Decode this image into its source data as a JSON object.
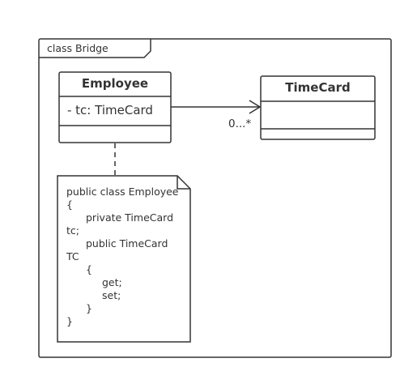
{
  "frame": {
    "label": "class Bridge"
  },
  "classes": {
    "employee": {
      "name": "Employee",
      "attribute": "- tc: TimeCard"
    },
    "timecard": {
      "name": "TimeCard"
    }
  },
  "association": {
    "multiplicity": "0...*"
  },
  "note": {
    "lines": [
      "public class Employee",
      "{",
      "private TimeCard",
      "tc;",
      "public TimeCard",
      "TC",
      "{",
      "get;",
      "set;",
      "}",
      "}"
    ]
  }
}
